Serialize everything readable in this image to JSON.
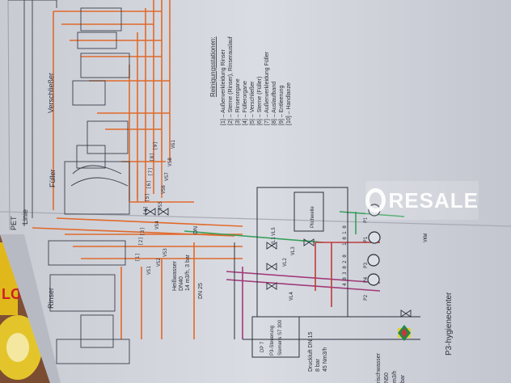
{
  "document": {
    "section_labels": {
      "rinser": "Rinser",
      "filler": "Füller",
      "capper": "Verschließer",
      "pet": "PET",
      "linie": "Linie"
    },
    "legend": {
      "title": "Reinigungsstationen:",
      "items": [
        "[1] – Außenverkleidung  Rinser",
        "[2] – Sterne (Rinser), Rinserauslauf",
        "[3] – Rinserorgane",
        "[4] – Füllerorgane",
        "[5] – Verschließer",
        "[6] – Sterne (Füller)",
        "[7] – Außenverkleidung Füller",
        "[8] – Auslaufband",
        "[9] – Entleerung",
        "[10] – Handlanze"
      ]
    },
    "valves_top": [
      "VS1",
      "VS2",
      "VS3",
      "VS4",
      "VS5",
      "VS6",
      "VS7",
      "VS8",
      "VG1"
    ],
    "station_markers": [
      "[1]",
      "[2]",
      "[3]",
      "[4]",
      "[5]",
      "[6]",
      "[7]",
      "[8]",
      "[9]"
    ],
    "hot_water": [
      "Heißwasser",
      "DN40",
      "14 m3/h, 3 bar"
    ],
    "dn25": "DN 25",
    "dn": "DN",
    "compressed_air": [
      "Druckluft DN 15",
      "8 bar",
      "45 Nm3/h"
    ],
    "fresh_water": [
      "rischwasser",
      "N50",
      "m3/h",
      "bar"
    ],
    "control": [
      "DP 7",
      "P3-Steuerung",
      "Siemens S7 300"
    ],
    "tank_label": "Plichwelle",
    "pumps": [
      "P1",
      "P1",
      "P2",
      "P3",
      "P4"
    ],
    "lines": [
      "VL1",
      "VL2",
      "VL3",
      "VL4",
      "VL5"
    ],
    "flow_tags": [
      "1 0",
      "1 0",
      "2 0",
      "3 0",
      "4 0"
    ],
    "vkw": "VKW",
    "hygiene": "P3-hygienecenter",
    "brand": "RESALE"
  }
}
